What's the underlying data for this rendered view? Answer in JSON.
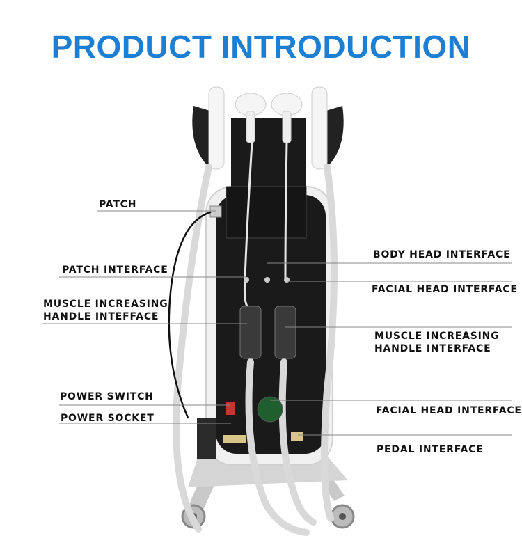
{
  "title": "PRODUCT INTRODUCTION",
  "labels": {
    "patch": "PATCH",
    "patch_interface": "PATCH INTERFACE",
    "muscle_left_line1": "MUSCLE INCREASING",
    "muscle_left_line2": "HANDLE INTEFFACE",
    "power_switch": "POWER SWITCH",
    "power_socket": "POWER SOCKET",
    "body_head_interface": "BODY HEAD INTERFACE",
    "facial_head_interface_upper": "FACIAL HEAD INTERFACE",
    "muscle_right_line1": "MUSCLE INCREASING",
    "muscle_right_line2": "HANDLE INTERFACE",
    "facial_head_interface_lower": "FACIAL HEAD INTERFACE",
    "pedal_interface": "PEDAL INTERFACE"
  },
  "colors": {
    "title": "#1d7fd4",
    "body": "#1a1a1a",
    "cable": "#d9d9d9",
    "frame": "#e9e9e9"
  }
}
